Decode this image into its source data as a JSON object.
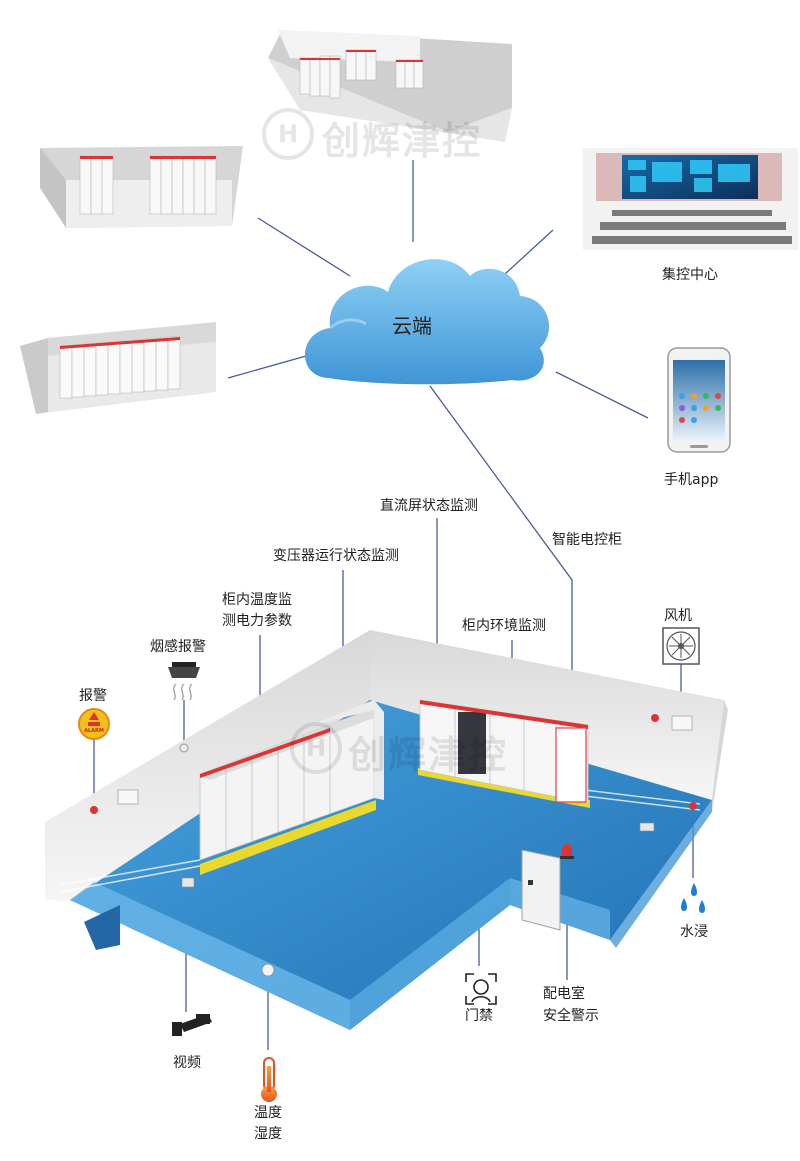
{
  "diagram": {
    "cloud": {
      "label": "云端"
    },
    "watermark": {
      "text": "创辉津控",
      "logo_letter": "H"
    },
    "nodes": {
      "control_center": "集控中心",
      "mobile_app": "手机app"
    },
    "monitors": {
      "dc_panel": "直流屏状态监测",
      "smart_cabinet": "智能电控柜",
      "transformer": "变压器运行状态监测",
      "cabinet_temp_line1": "柜内温度监",
      "cabinet_temp_line2": "测电力参数",
      "smoke": "烟感报警",
      "alarm": "报警",
      "cabinet_env": "柜内环境监测",
      "fan": "风机",
      "water": "水浸",
      "access": "门禁",
      "room_warning_line1": "配电室",
      "room_warning_line2": "安全警示",
      "video": "视频",
      "temp_line1": "温度",
      "temp_line2": "湿度"
    },
    "alarm_badge": "ALARM",
    "colors": {
      "line": "#4a5a9a",
      "cloud": "#5aa9e0",
      "floor": "#2f7fc1",
      "wall": "#ececec",
      "stripe": "#f0e040",
      "accent": "#e53935"
    }
  }
}
